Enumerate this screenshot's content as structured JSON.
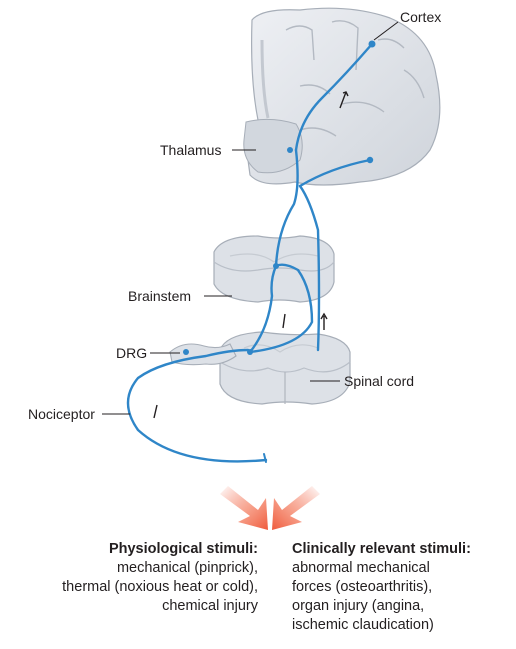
{
  "labels": {
    "cortex": "Cortex",
    "thalamus": "Thalamus",
    "brainstem": "Brainstem",
    "drg": "DRG",
    "spinal_cord": "Spinal cord",
    "nociceptor": "Nociceptor"
  },
  "stimuli": {
    "physiological": {
      "heading": "Physiological stimuli:",
      "lines": [
        "mechanical (pinprick),",
        "thermal (noxious heat or cold),",
        "chemical injury"
      ]
    },
    "clinical": {
      "heading": "Clinically relevant stimuli:",
      "lines": [
        "abnormal mechanical",
        "forces (osteoarthritis),",
        "organ injury (angina,",
        "ischemic claudication)"
      ]
    }
  },
  "colors": {
    "pathway": "#2f86c8",
    "tissue": "#dfe3e9",
    "tissue_shade": "#b9bfc8",
    "tissue_edge": "#a7aeb8",
    "stimulus_arrow": "#f26a4f",
    "text": "#231f20"
  }
}
